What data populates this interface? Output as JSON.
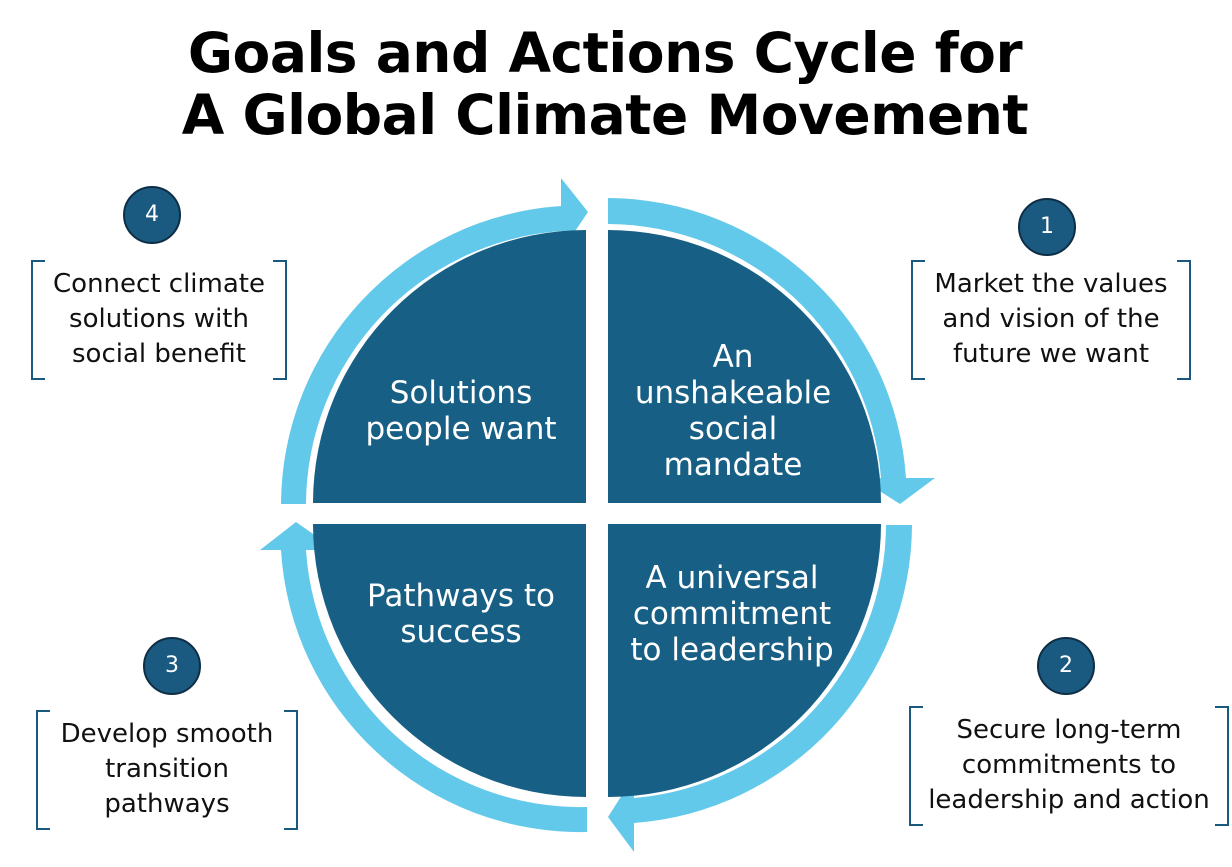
{
  "title": {
    "line1": "Goals and Actions Cycle for",
    "line2": "A Global Climate Movement"
  },
  "colors": {
    "quadrant": "#175f84",
    "arrow": "#63c9ea",
    "badge": "#1a5a80",
    "bracket": "#1a5a80"
  },
  "quadrants": {
    "top_right": [
      "An",
      "unshakeable",
      "social",
      "mandate"
    ],
    "bottom_right": [
      "A universal",
      "commitment",
      "to leadership"
    ],
    "bottom_left": [
      "Pathways to",
      "success"
    ],
    "top_left": [
      "Solutions",
      "people want"
    ]
  },
  "steps": [
    {
      "number": "1",
      "lines": [
        "Market the values",
        "and vision of the",
        "future we want"
      ]
    },
    {
      "number": "2",
      "lines": [
        "Secure long-term",
        "commitments to",
        "leadership and action"
      ]
    },
    {
      "number": "3",
      "lines": [
        "Develop smooth",
        "transition",
        "pathways"
      ]
    },
    {
      "number": "4",
      "lines": [
        "Connect climate",
        "solutions with",
        "social  benefit"
      ]
    }
  ]
}
